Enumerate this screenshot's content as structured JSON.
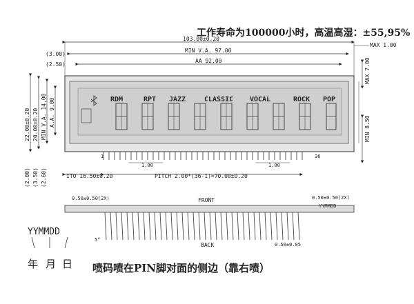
{
  "header": {
    "life_note": "工作寿命为100000小时，高温高湿：±55,95%"
  },
  "dims_top": {
    "overall": "103.00±0.20",
    "min_va": "MIN V.A. 97.00",
    "aa": "AA 92.00",
    "left_offset_1": "(3.00)",
    "left_offset_2": "(2.50)",
    "max_thickness": "MAX 1.00"
  },
  "dims_side": {
    "height_outer": "22.00±0.20",
    "height_inner": "20.00±0.20",
    "min_va": "MIN V.A. 14.00",
    "aa": "A.A. 9.00",
    "max7": "MAX 7.00",
    "min85": "MIN 8.50",
    "off_200": "(2.00)",
    "off_350": "(3.50)",
    "off_260": "(2.60)"
  },
  "segments": {
    "labels": [
      "RDM",
      "RPT",
      "JAZZ",
      "CLASSIC",
      "VOCAL",
      "ROCK",
      "POP"
    ],
    "pin_first": "1",
    "pin_last": "36"
  },
  "dims_bottom": {
    "pin_width_a": "1.00",
    "pin_width_b": "1.00",
    "ito": "ITO 16.50±0.20",
    "pitch": "PITCH 2.00*(36-1)=70.00±0.20"
  },
  "side_view": {
    "front": "FRONT",
    "back": "BACK",
    "tol_left": "0.50±0.50(2X)",
    "tol_right": "0.50±0.50(2X)",
    "stamp": "YYMMDD",
    "pin_dim": "0.50±0.05",
    "angle": "5°"
  },
  "date_legend": {
    "code": "YYMMDD",
    "year": "年",
    "month": "月",
    "day": "日"
  },
  "footer": {
    "note": "喷码喷在PIN脚对面的侧边（靠右喷）"
  }
}
